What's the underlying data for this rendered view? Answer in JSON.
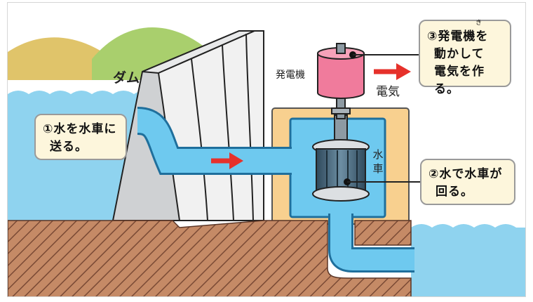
{
  "labels": {
    "dam": "ダム",
    "generator": "発電機",
    "electricity": "電気",
    "waterwheel": "水車"
  },
  "boxes": {
    "step1": {
      "line1": "①水を水車に",
      "line2": "送る。"
    },
    "step2": {
      "line1": "②水で水車が",
      "line2": "回る。"
    },
    "step3": {
      "line1": "③発電機を",
      "line2": "動かして",
      "line3": "電気を作る。",
      "ruby": "き"
    }
  },
  "colors": {
    "water": "#8fd3ef",
    "pipe_fill": "#6ec9ef",
    "pipe_stroke": "#1f6f9c",
    "dam": "#cfd1d3",
    "ground": "#b9795a",
    "hill_yellow": "#e0c46a",
    "hill_green": "#a9cf6d",
    "generator": "#f07b9c",
    "arrow": "#e6312b",
    "box_fill": "#fdf6dc"
  }
}
